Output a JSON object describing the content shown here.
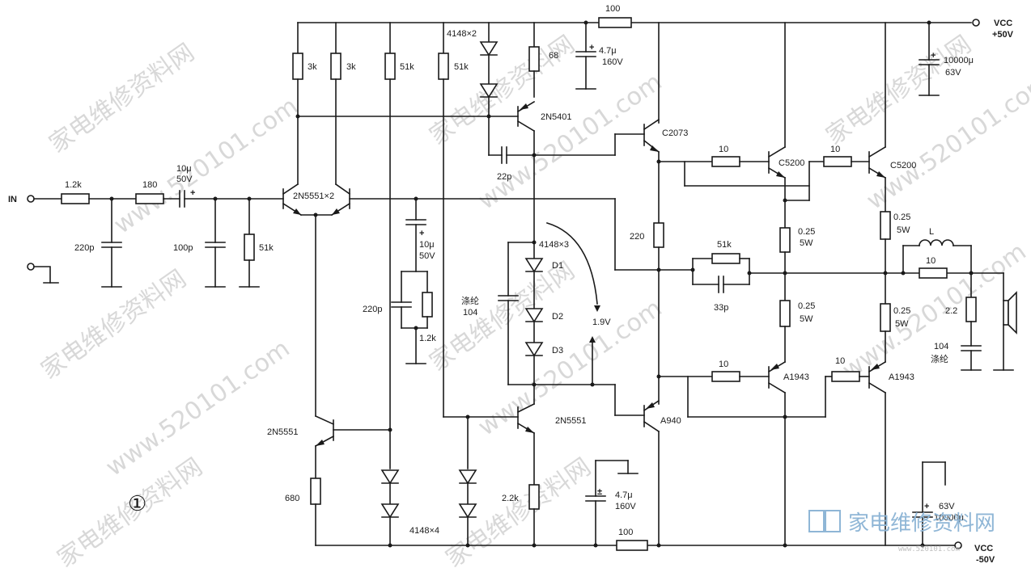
{
  "watermark": {
    "text_cn": "家电维修资料网",
    "text_url": "www.520101.com",
    "logo_cn": "家电维修资料网",
    "logo_sub": "www.520101.com"
  },
  "ports": {
    "input": "IN",
    "vcc_pos": "VCC",
    "vcc_pos_v": "+50V",
    "vcc_neg": "VCC",
    "vcc_neg_v": "-50V"
  },
  "figure_number": "①",
  "transistors": {
    "diff_pair": "2N5551×2",
    "current_source": "2N5551",
    "vas_load": "2N5401",
    "vas": "2N5551",
    "driver_top": "C2073",
    "driver_bottom": "A940",
    "out_top_1": "C5200",
    "out_top_2": "C5200",
    "out_bot_1": "A1943",
    "out_bot_2": "A1943"
  },
  "resistors": {
    "r_in_1": "1.2k",
    "r_in_2": "180",
    "r_bias": "51k",
    "r_col_1": "3k",
    "r_col_2": "3k",
    "r_mid_1": "51k",
    "r_mid_2": "51k",
    "r_vas_emit": "68",
    "r_top_supply": "100",
    "r_bot_supply": "100",
    "r_fb_gnd": "1.2k",
    "r_cs_emit": "680",
    "r_vas_low": "2.2k",
    "r_220": "220",
    "r_feedback": "51k",
    "r_base_1": "10",
    "r_base_2": "10",
    "r_base_3": "10",
    "r_base_4": "10",
    "r_emit_1": "0.25",
    "r_emit_1w": "5W",
    "r_emit_2": "0.25",
    "r_emit_2w": "5W",
    "r_emit_3": "0.25",
    "r_emit_3w": "5W",
    "r_emit_4": "0.25",
    "r_emit_4w": "5W",
    "r_out_10": "10",
    "r_zobel": "2.2"
  },
  "capacitors": {
    "c_in_220p": "220p",
    "c_coupling": "10μ",
    "c_coupling_v": "50V",
    "c_100p": "100p",
    "c_fb": "10μ",
    "c_fb_v": "50V",
    "c_fb_220p": "220p",
    "c_miller": "22p",
    "c_decouple_top": "4.7μ",
    "c_decouple_top_v": "160V",
    "c_decouple_bot": "4.7μ",
    "c_decouple_bot_v": "160V",
    "c_main_top": "10000μ",
    "c_main_top_v": "63V",
    "c_main_bot_v": "63V",
    "c_main_bot": "10000μ",
    "c_fb_33p": "33p",
    "c_polyester": "涤纶",
    "c_polyester_val": "104",
    "c_zobel_val": "104",
    "c_zobel_type": "涤纶"
  },
  "diodes": {
    "top_pair": "4148×2",
    "bias_string": "4148×3",
    "d1": "D1",
    "d2": "D2",
    "d3": "D3",
    "bottom_group": "4148×4"
  },
  "misc": {
    "bias_voltage": "1.9V",
    "inductor": "L"
  }
}
